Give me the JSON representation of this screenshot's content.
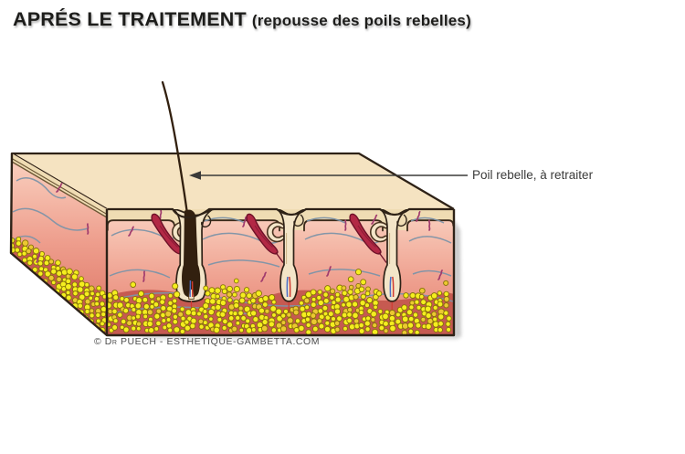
{
  "title": {
    "main": "APRÉS LE TRAITEMENT",
    "note": "(repousse des poils rebelles)"
  },
  "annotation": {
    "label": "Poil rebelle, à retraiter"
  },
  "credit": "© Dr PUECH - ESTHETIQUE-GAMBETTA.COM",
  "figure": {
    "kind": "skin cross-section illustration",
    "follicle_count": 3,
    "rebel_hair_follicle_index": 1
  },
  "colors": {
    "background": "#ffffff",
    "text_dark": "#1d1d1b",
    "credit_gray": "#4c4c4c",
    "arrow": "#3a3a39",
    "outline": "#2e2217",
    "epidermis_top": "#f5e3c1",
    "epidermis_band": "#efdcb3",
    "dermis_light": "#f8cab9",
    "dermis_mid": "#ee9e8d",
    "dermis_deep": "#e2806f",
    "hypodermis_red": "#c65a51",
    "fat_yellow": "#f5ee1f",
    "fat_shade": "#ecc831",
    "fat_outline": "#857208",
    "muscle_red": "#b22845",
    "muscle_dark": "#6e1128",
    "nerve_gray": "#7e94a8",
    "vessel_purple": "#a03a6d",
    "hair_brown": "#32200f",
    "follicle_cream": "#f3e5c8",
    "capillary_red": "#d03a31",
    "capillary_blue": "#4a6fc8",
    "shadow": "#8a8a8a"
  }
}
